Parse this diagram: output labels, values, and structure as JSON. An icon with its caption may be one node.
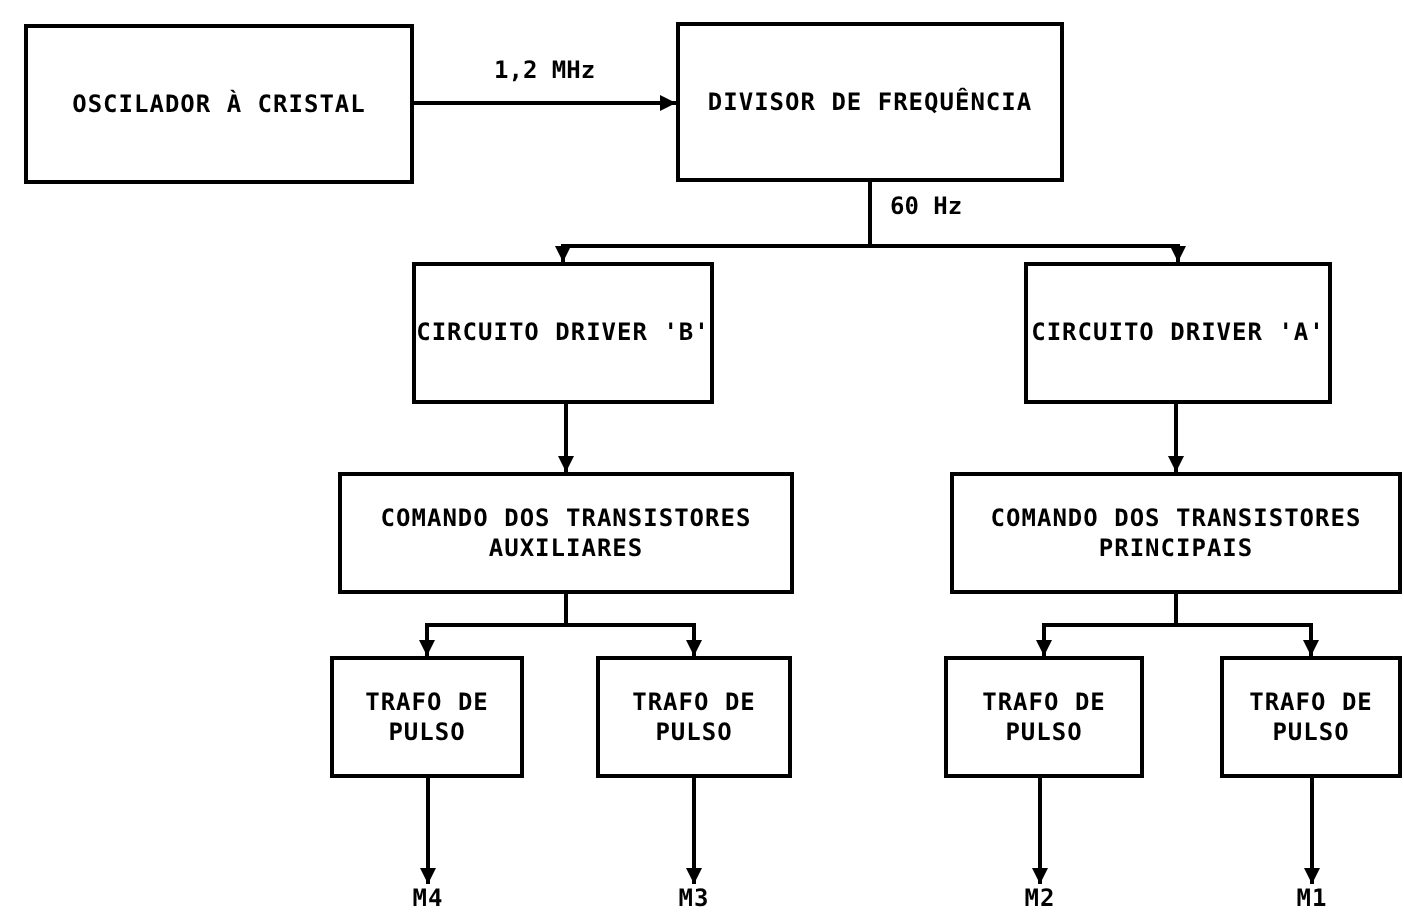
{
  "diagram": {
    "nodes": [
      {
        "text": [
          "OSCILADOR À CRISTAL"
        ]
      },
      {
        "text": [
          "DIVISOR DE FREQUÊNCIA"
        ]
      },
      {
        "text": [
          "CIRCUITO DRIVER 'B'"
        ]
      },
      {
        "text": [
          "CIRCUITO DRIVER 'A'"
        ]
      },
      {
        "text": [
          "COMANDO DOS TRANSISTORES AUXILIARES"
        ]
      },
      {
        "text": [
          "COMANDO DOS TRANSISTORES PRINCIPAIS"
        ]
      },
      {
        "text": [
          "TRAFO DE PULSO"
        ]
      },
      {
        "text": [
          "TRAFO DE PULSO"
        ]
      },
      {
        "text": [
          "TRAFO DE PULSO"
        ]
      },
      {
        "text": [
          "TRAFO DE PULSO"
        ]
      },
      {
        "text": [
          "M4"
        ]
      },
      {
        "text": [
          "M3"
        ]
      },
      {
        "text": [
          "M2"
        ]
      },
      {
        "text": [
          "M1"
        ]
      }
    ],
    "edges": [
      {
        "from": 0,
        "to": 1,
        "arrow": "to",
        "label": "1,2 MHz"
      },
      {
        "from": 1,
        "to": 2,
        "arrow": "to",
        "label": "60 Hz"
      },
      {
        "from": 1,
        "to": 3,
        "arrow": "to"
      },
      {
        "from": 2,
        "to": 4,
        "arrow": "to"
      },
      {
        "from": 3,
        "to": 5,
        "arrow": "to"
      },
      {
        "from": 4,
        "to": 6,
        "arrow": "to"
      },
      {
        "from": 4,
        "to": 7,
        "arrow": "to"
      },
      {
        "from": 5,
        "to": 8,
        "arrow": "to"
      },
      {
        "from": 5,
        "to": 9,
        "arrow": "to"
      },
      {
        "from": 6,
        "to": 10,
        "arrow": "to"
      },
      {
        "from": 7,
        "to": 11,
        "arrow": "to"
      },
      {
        "from": 8,
        "to": 12,
        "arrow": "to"
      },
      {
        "from": 9,
        "to": 13,
        "arrow": "to"
      }
    ]
  }
}
